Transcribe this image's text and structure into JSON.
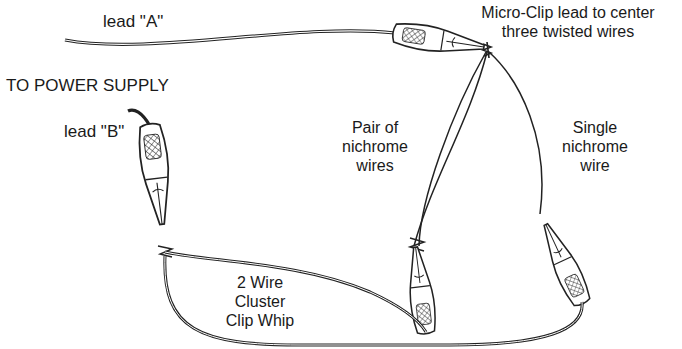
{
  "diagram": {
    "labels": [
      "lead \"A\"",
      "Micro-Clip lead to center three twisted wires",
      "TO POWER SUPPLY",
      "lead \"B\"",
      "Pair of nichrome wires",
      "Single nichrome wire",
      "2 Wire Cluster Clip Whip"
    ]
  }
}
